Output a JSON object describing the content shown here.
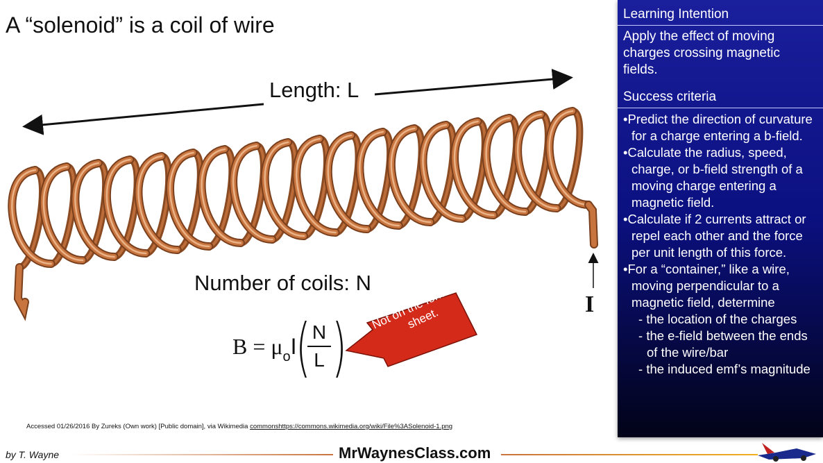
{
  "title": "A “solenoid” is a coil of wire",
  "diagram": {
    "length_label": "Length: L",
    "coils_label": "Number of coils: N",
    "current_label": "I"
  },
  "formula": {
    "lhs": "B = μ",
    "sub": "o",
    "current": "I",
    "numerator": "N",
    "denominator": "L"
  },
  "callout": {
    "text": "Not on the formula sheet.",
    "color": "#d42a1a"
  },
  "panel": {
    "intention_header": "Learning Intention",
    "intention_text": "Apply the effect of moving charges crossing magnetic fields.",
    "criteria_header": "Success criteria",
    "criteria": [
      "Predict the direction of curvature for a charge entering a b-field.",
      "Calculate the radius, speed, charge, or b-field strength of a moving charge entering a magnetic field.",
      "Calculate if 2 currents attract or repel each other and the force per unit length of this force.",
      "For a “container,” like a wire, moving perpendicular to a magnetic field, determine"
    ],
    "sub_criteria": [
      "the location of the charges",
      "the e-field between the ends of the wire/bar",
      "the induced emf’s magnitude"
    ],
    "bg_color": "#0b1080"
  },
  "footer": {
    "credit_prefix": "Accessed 01/26/2016 By Zureks (Own work) [Public domain], via Wikimedia ",
    "credit_link": "commonshttps://commons.wikimedia.org/wiki/File%3ASolenoid-1.png",
    "byline": "by T. Wayne",
    "brand": "MrWaynesClass.com"
  },
  "coil_color": "#c8743e"
}
